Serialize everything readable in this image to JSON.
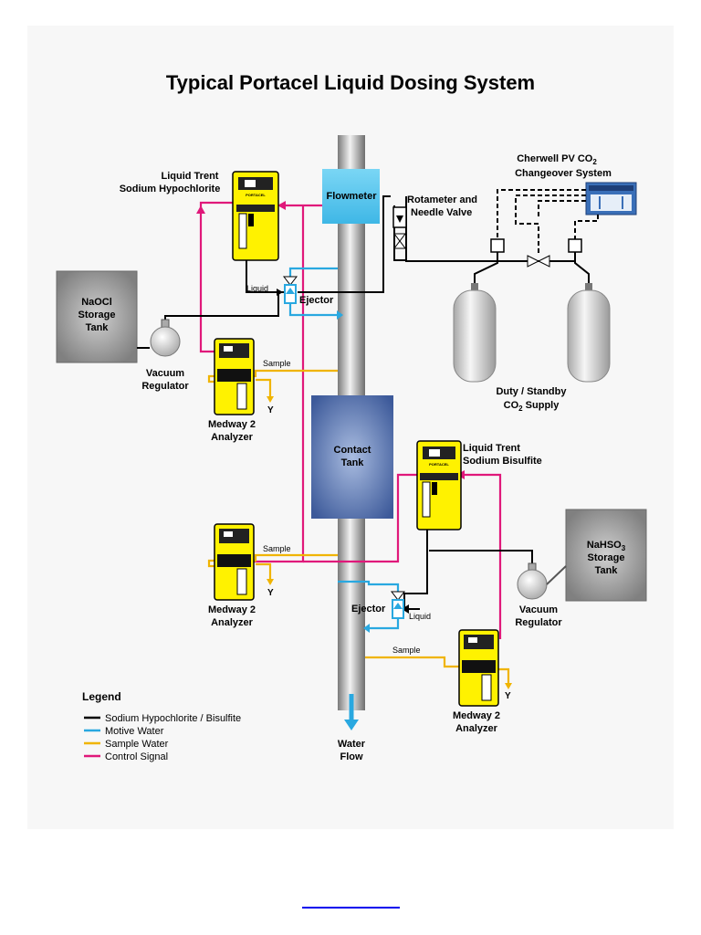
{
  "title": "Typical Portacel Liquid Dosing System",
  "labels": {
    "liquid_trent_1": "Liquid Trent",
    "sodium_hypochlorite": "Sodium Hypochlorite",
    "flowmeter": "Flowmeter",
    "rotameter_1": "Rotameter and",
    "rotameter_2": "Needle Valve",
    "cherwell_1_pre": "Cherwell PV CO",
    "cherwell_1_sub": "2",
    "cherwell_2": "Changeover System",
    "naocl_1": "NaOCl",
    "naocl_2": "Storage",
    "naocl_3": "Tank",
    "liquid_1": "Liquid",
    "ejector_1": "Ejector",
    "vacuum_1a": "Vacuum",
    "vacuum_1b": "Regulator",
    "sample_1": "Sample",
    "y_1": "Y",
    "medway_1a": "Medway 2",
    "medway_1b": "Analyzer",
    "duty_1": "Duty / Standby",
    "duty_2_pre": "CO",
    "duty_2_sub": "2",
    "duty_2_post": " Supply",
    "contact_1": "Contact",
    "contact_2": "Tank",
    "liquid_trent_2": "Liquid Trent",
    "sodium_bisulfite": "Sodium Bisulfite",
    "sample_2": "Sample",
    "y_2": "Y",
    "medway_2a": "Medway 2",
    "medway_2b": "Analyzer",
    "nahso3_1_pre": "NaHSO",
    "nahso3_1_sub": "3",
    "nahso3_2": "Storage",
    "nahso3_3": "Tank",
    "ejector_2": "Ejector",
    "liquid_2": "Liquid",
    "vacuum_2a": "Vacuum",
    "vacuum_2b": "Regulator",
    "sample_3": "Sample",
    "y_3": "Y",
    "medway_3a": "Medway 2",
    "medway_3b": "Analyzer",
    "water_1": "Water",
    "water_2": "Flow",
    "portacel_badge": "PORTACEL"
  },
  "legend": {
    "title": "Legend",
    "items": [
      {
        "label": "Sodium Hypochlorite / Bisulfite",
        "color": "#000000"
      },
      {
        "label": "Motive Water",
        "color": "#29a8e0"
      },
      {
        "label": "Sample Water",
        "color": "#f0b400"
      },
      {
        "label": "Control Signal",
        "color": "#e0187a"
      }
    ]
  },
  "colors": {
    "chemical": "#000000",
    "motive_water": "#29a8e0",
    "sample_water": "#f0b400",
    "control_signal": "#e0187a",
    "unit_yellow": "#fff200",
    "flowmeter": "#5ec8ee"
  }
}
